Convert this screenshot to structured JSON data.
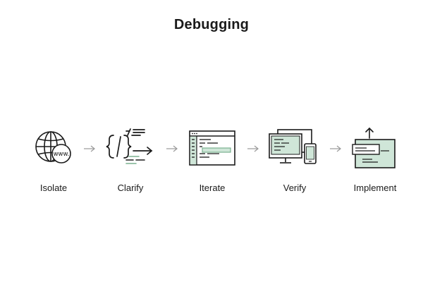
{
  "diagram": {
    "title": "Debugging",
    "steps": [
      {
        "label": "Isolate",
        "icon": "globe-www-icon"
      },
      {
        "label": "Clarify",
        "icon": "code-braces-icon"
      },
      {
        "label": "Iterate",
        "icon": "code-editor-window-icon"
      },
      {
        "label": "Verify",
        "icon": "devices-icon"
      },
      {
        "label": "Implement",
        "icon": "deploy-upload-icon"
      }
    ],
    "globe_badge_text": "www.",
    "colors": {
      "ink": "#1a1a1a",
      "arrow": "#9a9a9a",
      "accent_fill": "#cfe6d8",
      "accent_stroke": "#7ab08f"
    }
  }
}
